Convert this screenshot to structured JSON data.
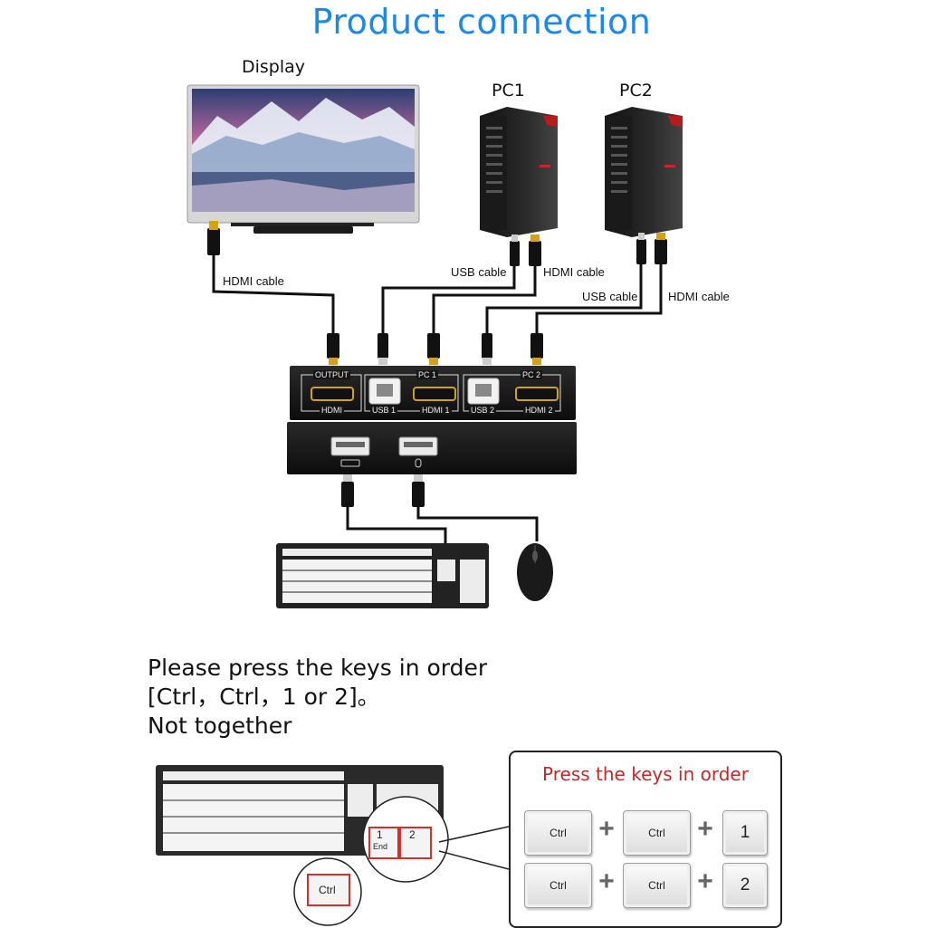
{
  "title": "Product connection",
  "devices": {
    "display": "Display",
    "pc1": "PC1",
    "pc2": "PC2"
  },
  "cables": {
    "display_hdmi": "HDMI cable",
    "pc1_usb": "USB cable",
    "pc1_hdmi": "HDMI cable",
    "pc2_usb": "USB cable",
    "pc2_hdmi": "HDMI cable"
  },
  "switch_ports": {
    "top_labels": [
      "OUTPUT",
      "PC 1",
      "PC 2"
    ],
    "bottom_labels": [
      "HDMI",
      "USB 1",
      "HDMI 1",
      "USB 2",
      "HDMI 2"
    ]
  },
  "instructions": {
    "line1": "Please press the keys in order",
    "line2": "[Ctrl，Ctrl，1 or 2]。",
    "line3": "Not together"
  },
  "zoom_keys": {
    "key1_top": "1",
    "key1_bottom": "End",
    "key2": "2",
    "ctrl": "Ctrl"
  },
  "order_panel": {
    "title": "Press the keys in order",
    "row1": [
      "Ctrl",
      "+",
      "Ctrl",
      "+",
      "1"
    ],
    "row2": [
      "Ctrl",
      "+",
      "Ctrl",
      "+",
      "2"
    ]
  },
  "colors": {
    "title": "#1e88e5",
    "panel_title": "#c62828",
    "highlight": "#d32f2f"
  }
}
